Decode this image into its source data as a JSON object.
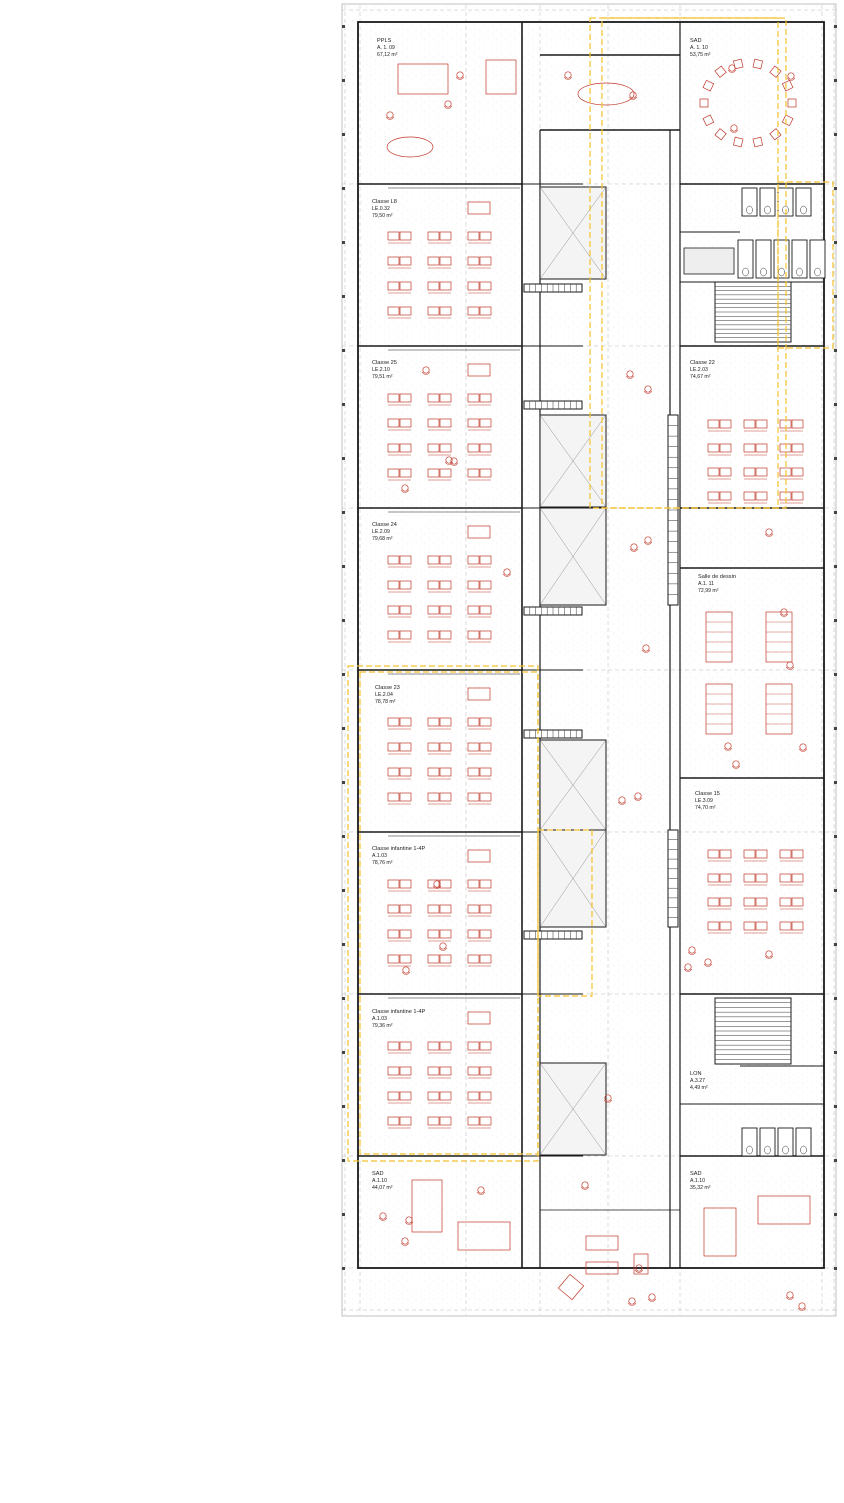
{
  "colors": {
    "wall": "#1a1a1a",
    "grid": "#b8b8b8",
    "furniture": "#c0392b",
    "highlight": "#f2c12e",
    "texture": "#d6d6d6"
  },
  "rooms": [
    {
      "name": "PPLS",
      "code": "A. 1. 09",
      "area": "67,12 m²"
    },
    {
      "name": "SAD",
      "code": "A. 1. 10",
      "area": "53,75 m²"
    },
    {
      "name": "Classe L8",
      "code": "LE.0.32",
      "area": "79,50 m²"
    },
    {
      "name": "Classe 25",
      "code": "LE.2.10",
      "area": "79,51 m²"
    },
    {
      "name": "Classe 22",
      "code": "LE.2.03",
      "area": "74,67 m²"
    },
    {
      "name": "Classe 24",
      "code": "LE.2.09",
      "area": "79,68 m²"
    },
    {
      "name": "Salle de dessin",
      "code": "A.1. 11",
      "area": "72,99 m²"
    },
    {
      "name": "Classe 23",
      "code": "LE.2.04",
      "area": "78,78 m²"
    },
    {
      "name": "Classe 15",
      "code": "LE.3.09",
      "area": "74,70 m²"
    },
    {
      "name": "Classe infantine 1-4P",
      "code": "A.1.03",
      "area": "78,76 m²"
    },
    {
      "name": "Classe infantine 1-4P",
      "code": "A.1.03",
      "area": "79,36 m²"
    },
    {
      "name": "LON",
      "code": "A.3.27",
      "area": "4,49 m²"
    },
    {
      "name": "SAD",
      "code": "A.1.10",
      "area": "44,07 m²"
    },
    {
      "name": "SAD",
      "code": "A.1.10",
      "area": "35,32 m²"
    }
  ]
}
